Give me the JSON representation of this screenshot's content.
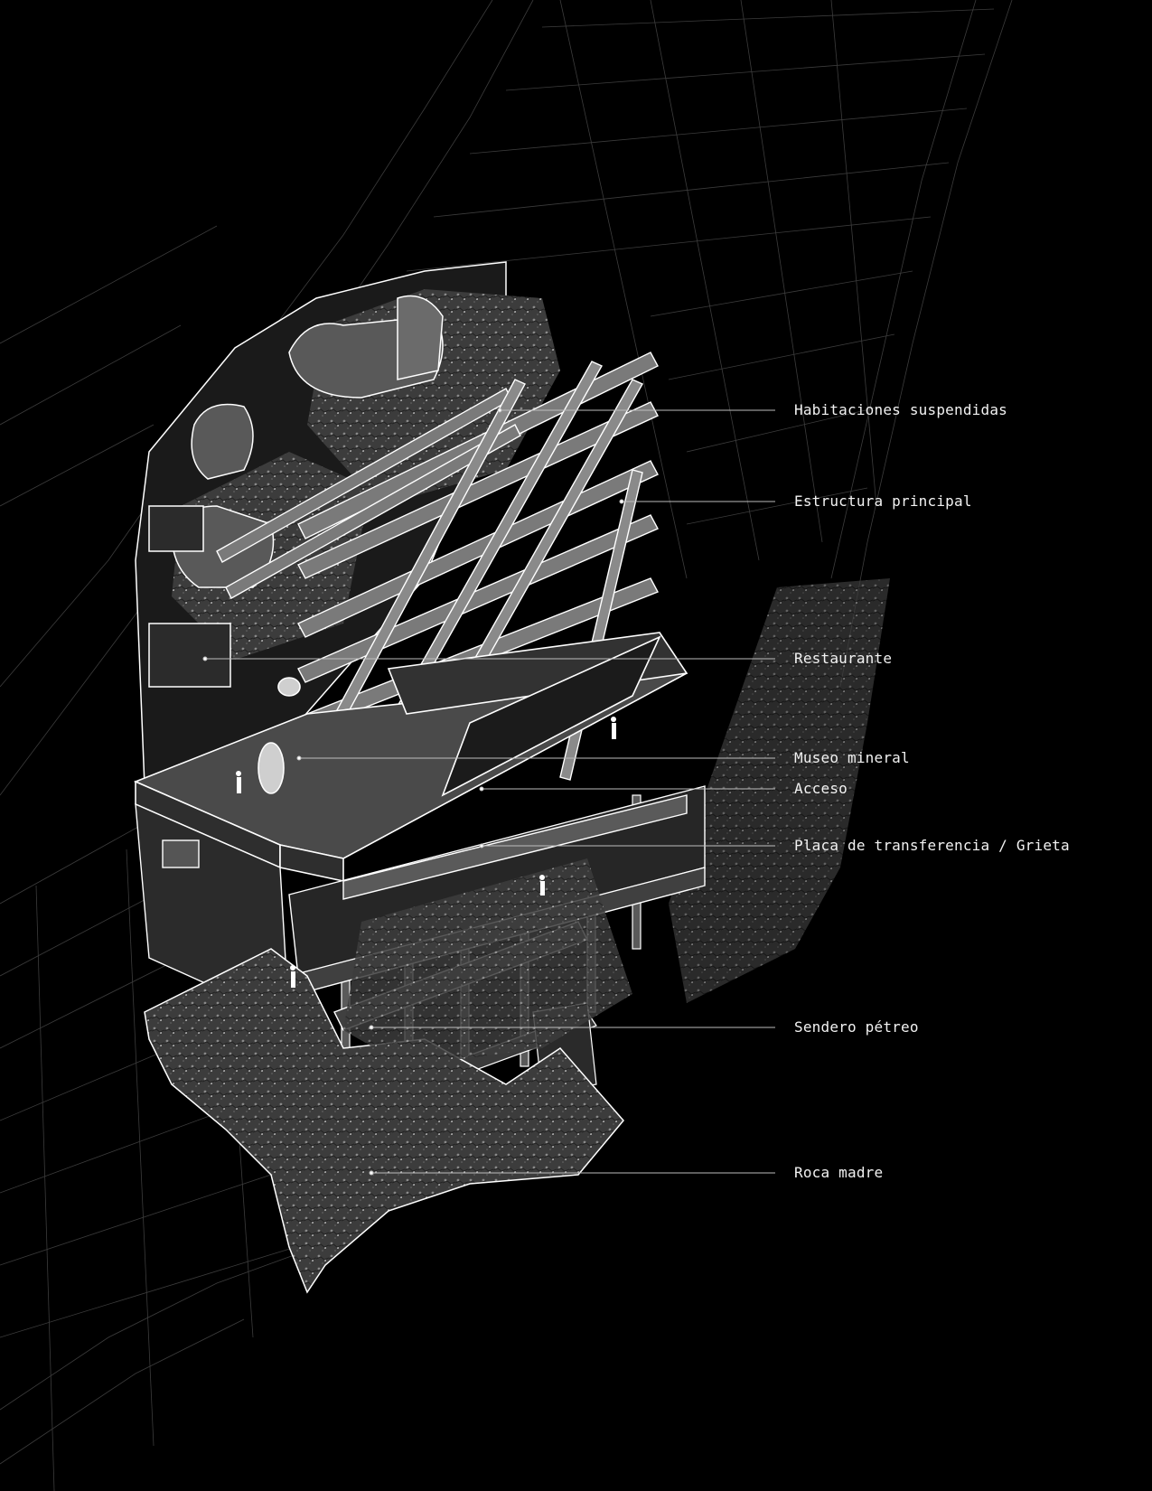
{
  "labels": [
    {
      "id": "habitaciones",
      "text": "Habitaciones suspendidas"
    },
    {
      "id": "estructura",
      "text": "Estructura principal"
    },
    {
      "id": "restaurante",
      "text": "Restaurante"
    },
    {
      "id": "museo",
      "text": "Museo mineral"
    },
    {
      "id": "acceso",
      "text": "Acceso"
    },
    {
      "id": "placa",
      "text": "Placa de transferencia / Grieta"
    },
    {
      "id": "sendero",
      "text": "Sendero pétreo"
    },
    {
      "id": "roca",
      "text": "Roca madre"
    }
  ],
  "colors": {
    "background": "#000000",
    "line": "#ffffff",
    "surface": "#3a3a3a",
    "rock": "#555555"
  }
}
